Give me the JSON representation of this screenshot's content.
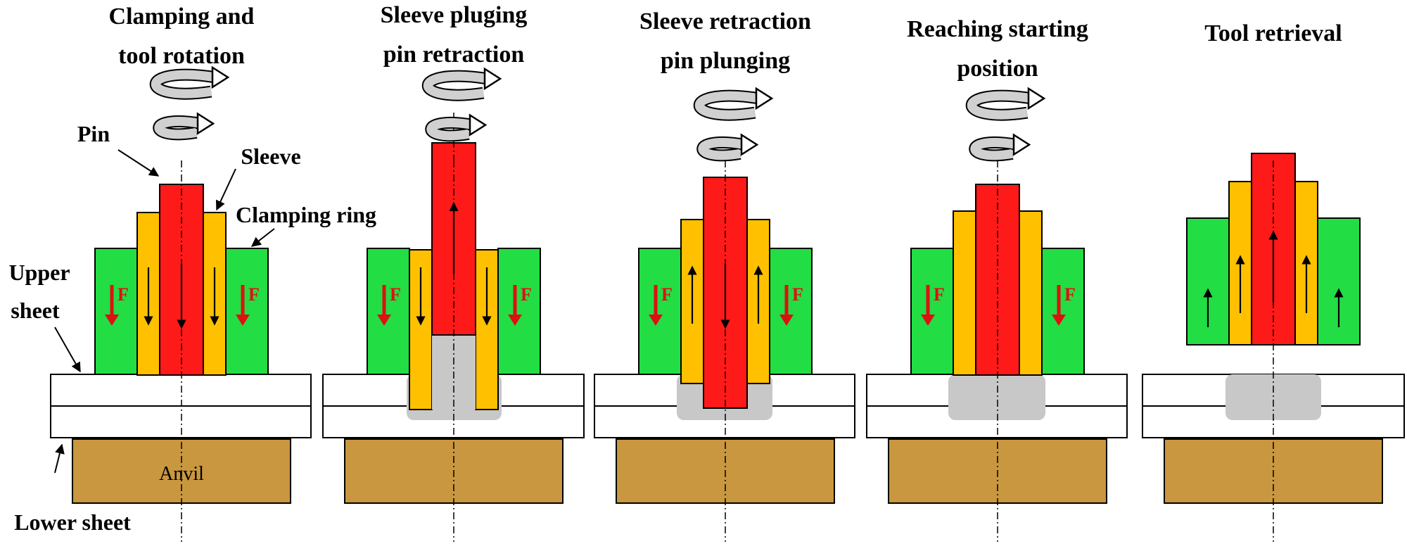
{
  "steps": [
    {
      "title": [
        "Clamping and",
        "tool rotation"
      ]
    },
    {
      "title": [
        "Sleeve pluging",
        "pin retraction"
      ]
    },
    {
      "title": [
        "Sleeve retraction",
        "pin plunging"
      ]
    },
    {
      "title": [
        "Reaching starting",
        "position"
      ]
    },
    {
      "title": [
        "Tool retrieval"
      ]
    }
  ],
  "labels": {
    "pin": "Pin",
    "sleeve": "Sleeve",
    "clamping_ring": "Clamping ring",
    "upper_sheet": [
      "Upper",
      "sheet"
    ],
    "lower_sheet": "Lower sheet",
    "anvil": "Anvil",
    "force": "F"
  },
  "colors": {
    "pin": "#ff1a1a",
    "sleeve": "#ffc000",
    "clamping_ring": "#22dd44",
    "anvil": "#c8973f",
    "sheet": "#ffffff",
    "weld_zone": "#c8c8c8",
    "force_arrow": "#dd1111",
    "rotation_arrow": "#d0d0d0"
  }
}
